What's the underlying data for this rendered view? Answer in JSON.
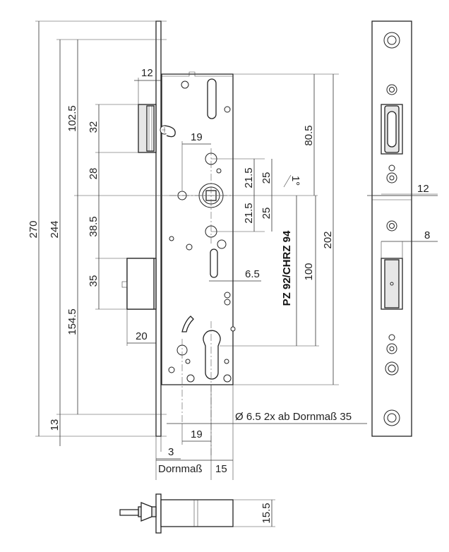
{
  "drawing": {
    "dimensions": {
      "d270": "270",
      "d244": "244",
      "d13": "13",
      "d102_5": "102.5",
      "d154_5": "154.5",
      "d12_top": "12",
      "d32": "32",
      "d28": "28",
      "d38_5": "38.5",
      "d35": "35",
      "d20": "20",
      "d19_top": "19",
      "d21_5_a": "21.5",
      "d25_a": "25",
      "d21_5_b": "21.5",
      "d25_b": "25",
      "d6_5": "6.5",
      "d80_5": "80.5",
      "d202": "202",
      "d100": "100",
      "angle": "1°",
      "d3": "3",
      "d19_bottom": "19",
      "dornmass": "Dornmaß",
      "d15": "15",
      "d15_5": "15.5",
      "d12_side": "12",
      "d8_side": "8"
    },
    "labels": {
      "cylinder": "PZ 92/CHRZ 94",
      "screw_note": "Ø 6.5 2x ab Dornmaß 35"
    }
  }
}
